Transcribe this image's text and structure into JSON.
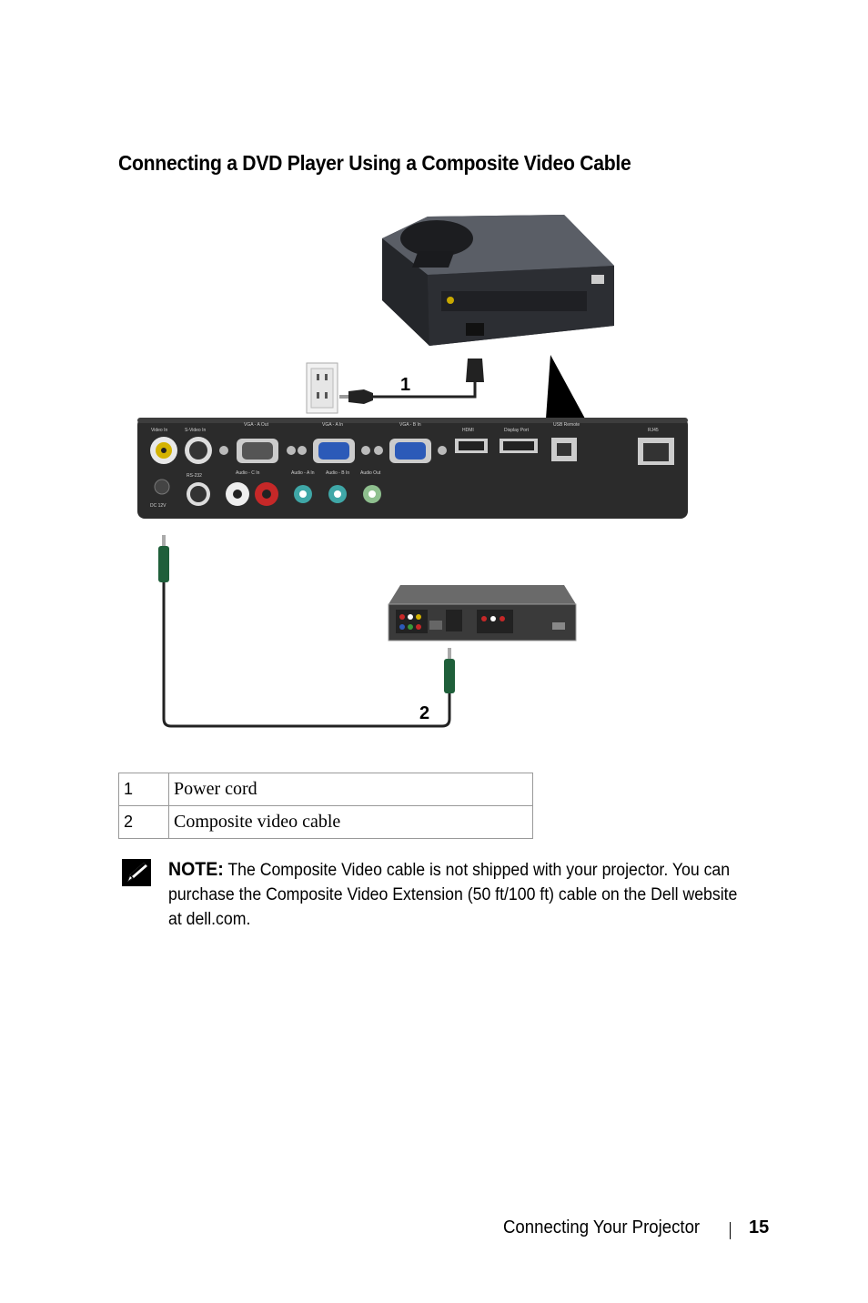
{
  "heading": "Connecting a DVD Player Using a Composite Video Cable",
  "diagram": {
    "callouts": [
      "1",
      "2"
    ],
    "labels": {
      "video_in": "Video In",
      "s_video_in": "S-Video In",
      "vga_a_out": "VGA - A Out",
      "vga_a_in": "VGA - A In",
      "vga_b_in": "VGA - B In",
      "hdmi": "HDMI",
      "display_port": "Display Port",
      "usb_remote": "USB Remote",
      "rj45": "RJ45",
      "rs232": "RS-232",
      "audio_c_in": "Audio - C In",
      "audio_a_in": "Audio - A In",
      "audio_b_in": "Audio - B In",
      "audio_out": "Audio Out",
      "dc_12v": "DC 12V"
    }
  },
  "legend": [
    {
      "num": "1",
      "label": "Power cord"
    },
    {
      "num": "2",
      "label": "Composite video cable"
    }
  ],
  "note": {
    "label": "NOTE:",
    "text_before": " The Composite Video cable is not shipped with your projector. You can purchase the Composite Video Extension (50 ft/100 ft) cable on the Dell website at ",
    "link": "dell.com",
    "text_after": "."
  },
  "footer": {
    "section": "Connecting Your Projector",
    "page": "15"
  }
}
